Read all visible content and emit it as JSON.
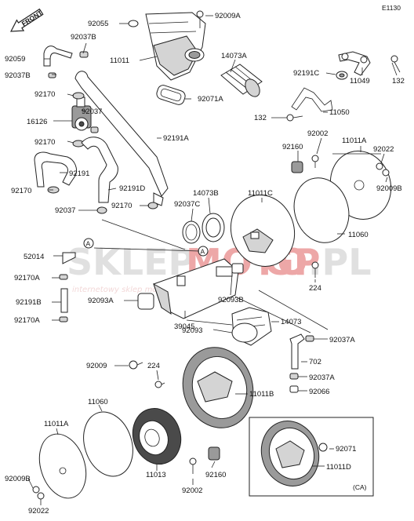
{
  "diagram_code": "E1130",
  "front_label": "FRONT",
  "callout_a": "A",
  "ca_label": "(CA)",
  "watermark": {
    "text_a": "SKLEP",
    "text_b": "MOTO",
    "text_c": "GP",
    "text_d": ".PL",
    "subtitle": "internetowy sklep motocyklowy",
    "colors": {
      "grey": "#c8c8c8",
      "red": "#e06060"
    }
  },
  "labels": {
    "p92055": "92055",
    "p92009A": "92009A",
    "p92037B": "92037B",
    "p92059": "92059",
    "p11011": "11011",
    "p14073A": "14073A",
    "p92037B_2": "92037B",
    "p92071A": "92071A",
    "p92170_1": "92170",
    "p92037_1": "92037",
    "p16126": "16126",
    "p92170_2": "92170",
    "p92191A": "92191A",
    "p92191": "92191",
    "p92170_3": "92170",
    "p92191D": "92191D",
    "p92170_4": "92170",
    "p92037_2": "92037",
    "p92191C": "92191C",
    "p11049": "11049",
    "p132_1": "132",
    "p132_2": "132",
    "p11050": "11050",
    "p92160_1": "92160",
    "p92002_1": "92002",
    "p11011A_1": "11011A",
    "p92022_1": "92022",
    "p92009B_1": "92009B",
    "p14073B": "14073B",
    "p11011C": "11011C",
    "p92037C": "92037C",
    "p11060_1": "11060",
    "p52014": "52014",
    "p92170A_1": "92170A",
    "p92191B": "92191B",
    "p92170A_2": "92170A",
    "p92093A": "92093A",
    "p92093B": "92093B",
    "p224_1": "224",
    "p39045": "39045",
    "p14073": "14073",
    "p92093": "92093",
    "p92037A_1": "92037A",
    "p92009": "92009",
    "p224_2": "224",
    "p702": "702",
    "p92037A_2": "92037A",
    "p11011B": "11011B",
    "p92066": "92066",
    "p11060_2": "11060",
    "p11011A_2": "11011A",
    "p92071": "92071",
    "p11013": "11013",
    "p11011D": "11011D",
    "p92160_2": "92160",
    "p92002_2": "92002",
    "p92009B_2": "92009B",
    "p92022_2": "92022"
  }
}
